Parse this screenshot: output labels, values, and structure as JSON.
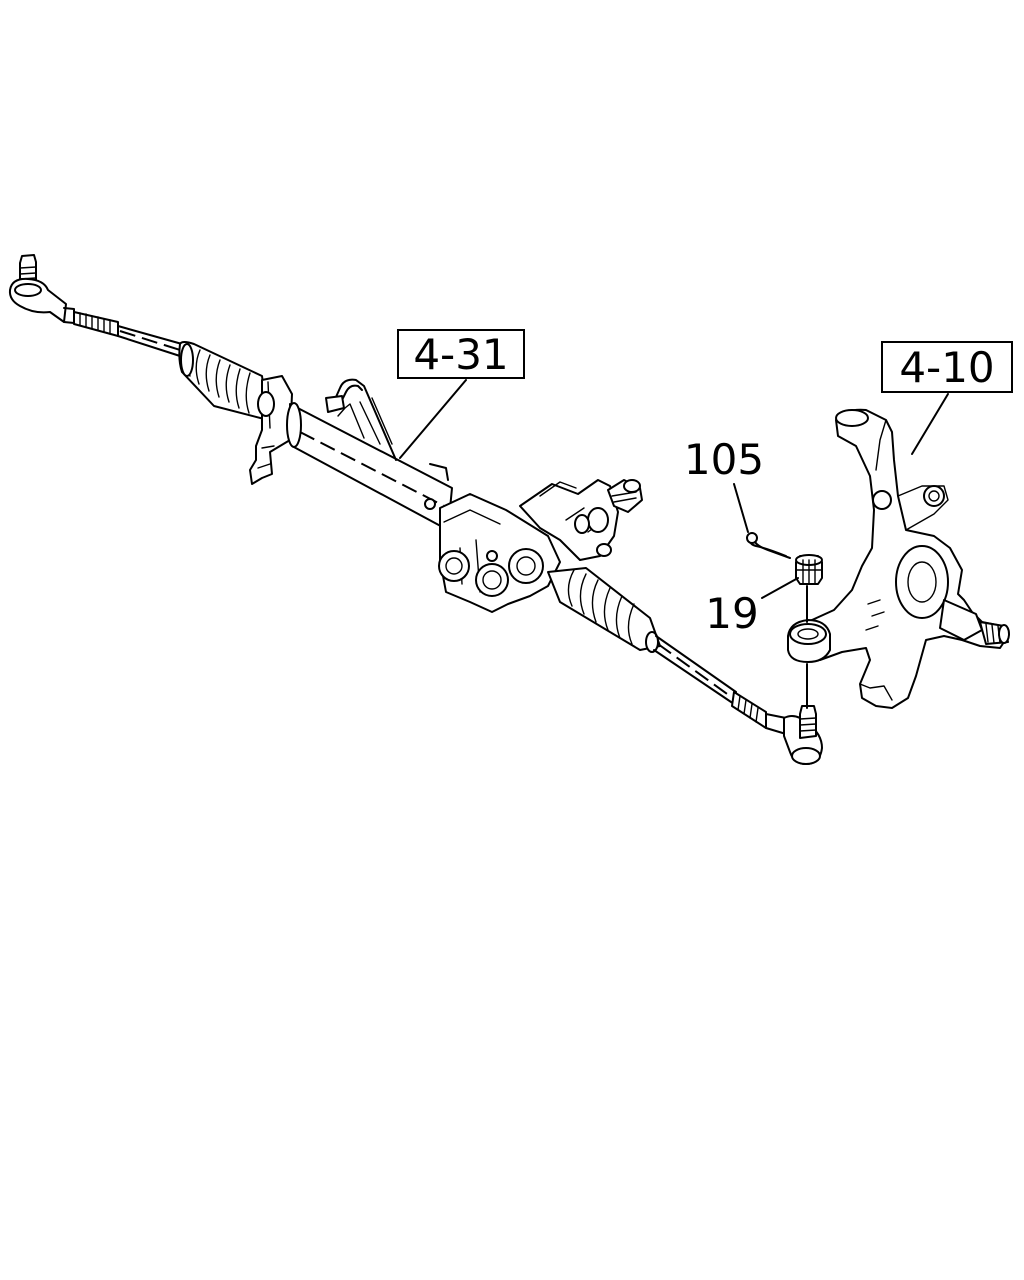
{
  "diagram": {
    "callouts": {
      "ref_4_31": "4-31",
      "ref_4_10": "4-10",
      "part_105": "105",
      "part_19": "19"
    }
  }
}
